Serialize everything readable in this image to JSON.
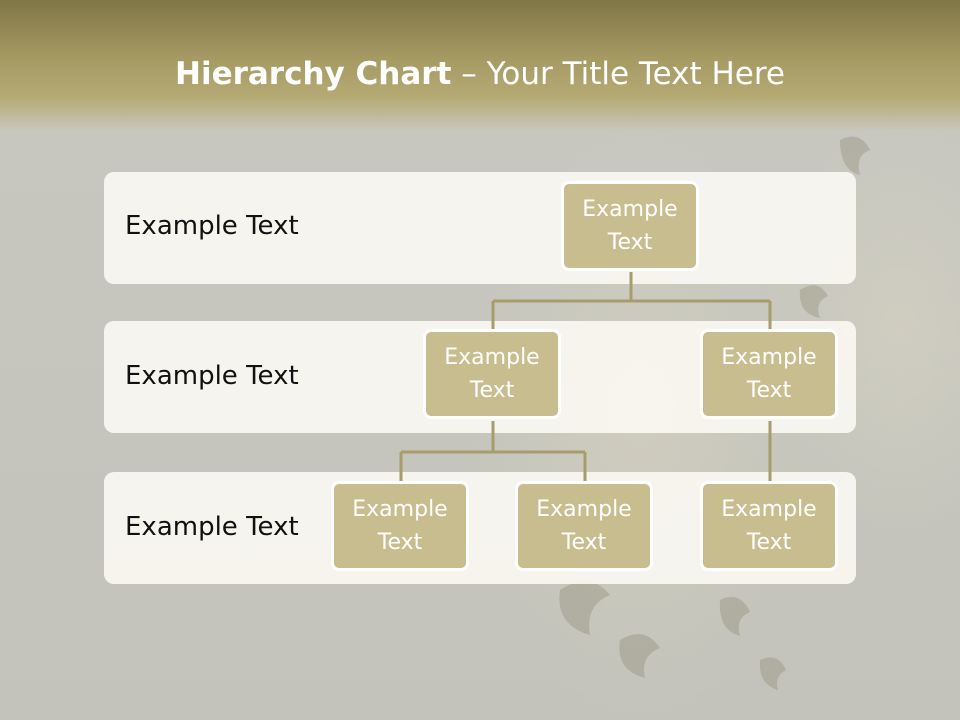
{
  "title": {
    "bold": "Hierarchy Chart",
    "dash": " – ",
    "rest": "Your Title Text Here"
  },
  "levels": [
    {
      "label": "Example Text"
    },
    {
      "label": "Example Text"
    },
    {
      "label": "Example Text"
    }
  ],
  "nodes": {
    "root": "Example Text",
    "mid_left": "Example Text",
    "mid_right": "Example Text",
    "leaf_1": "Example Text",
    "leaf_2": "Example Text",
    "leaf_3": "Example Text"
  },
  "colors": {
    "header": "#a69a63",
    "node_fill": "#c8bd8f",
    "connector": "#a89c6c",
    "band": "#f8f6ee"
  }
}
